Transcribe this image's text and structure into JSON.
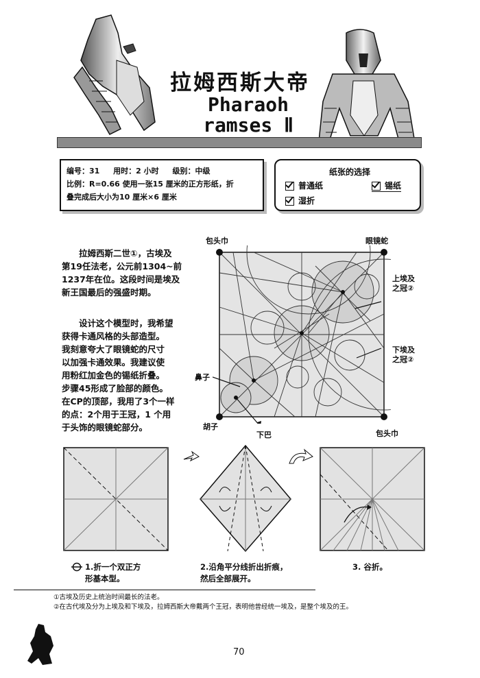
{
  "title": {
    "cn": "拉姆西斯大帝",
    "en_line1": "Pharaoh",
    "en_line2": "ramses Ⅱ"
  },
  "info": {
    "number": "编号：31",
    "time": "用时：2 小时",
    "level": "级别：中级",
    "ratio_line1": "比例：R=0.66 使用一张15 厘米的正方形纸，折",
    "ratio_line2": "叠完成后大小为10 厘米×6 厘米"
  },
  "paper_choice": {
    "heading": "纸张的选择",
    "options": [
      "普通纸",
      "锡纸",
      "湿折"
    ]
  },
  "intro_paragraphs": [
    [
      "拉姆西斯二世①，古埃及",
      "第19任法老，公元前1304~前",
      "1237年在位。这段时间是埃及",
      "新王国最后的强盛时期。"
    ],
    [
      "设计这个模型时，我希望",
      "获得卡通风格的头部造型。",
      "我刻意夸大了眼镜蛇的尺寸",
      "以加强卡通效果。我建议使",
      "用粉红加金色的锡纸折叠。",
      "步骤45形成了脸部的颜色。",
      "在CP的顶部，我用了3个一样",
      "的点：2个用于王冠，1 个用",
      "于头饰的眼镜蛇部分。"
    ]
  ],
  "cp_labels": {
    "top_left": "包头巾",
    "top_right": "眼镜蛇",
    "upper_crown_1": "上埃及",
    "upper_crown_2": "之冠②",
    "lower_crown_1": "下埃及",
    "lower_crown_2": "之冠②",
    "nose": "鼻子",
    "beard": "胡子",
    "chin": "下巴",
    "bottom_right": "包头巾"
  },
  "steps": [
    {
      "line1": "1.折一个双正方",
      "line2": "形基本型。"
    },
    {
      "line1": "2.沿角平分线折出折痕，",
      "line2": "然后全部展开。"
    },
    {
      "line1": "3. 谷折。",
      "line2": ""
    }
  ],
  "footnotes": [
    "①古埃及历史上统治时间最长的法老。",
    "②在古代埃及分为上埃及和下埃及，拉姆西斯大帝戴两个王冠，表明他曾经统一埃及，是整个埃及的王。"
  ],
  "page_number": "70"
}
